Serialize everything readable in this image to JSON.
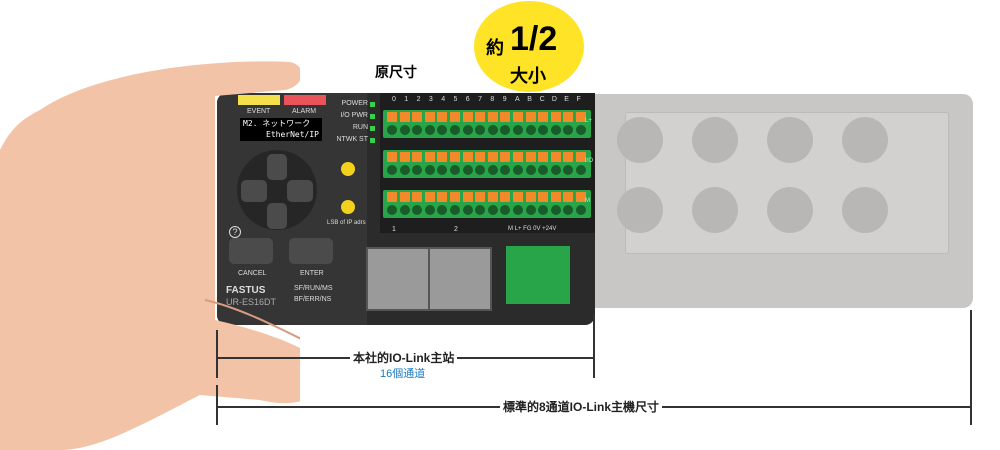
{
  "callout": {
    "prefix": "約",
    "ratio": "1/2",
    "suffix": "大小"
  },
  "original_size_label": "原尺寸",
  "device": {
    "indicators": {
      "event": "EVENT",
      "alarm": "ALARM"
    },
    "display": {
      "line1": "M2. ネットワーク",
      "line2": "EtherNet/IP"
    },
    "status_leds": [
      "POWER",
      "I/O PWR",
      "RUN",
      "NTWK ST"
    ],
    "channel_numbers": [
      "0",
      "1",
      "2",
      "3",
      "4",
      "5",
      "6",
      "7",
      "8",
      "9",
      "A",
      "B",
      "C",
      "D",
      "E",
      "F"
    ],
    "row_labels": [
      "L+",
      "I/O",
      "M"
    ],
    "switch_label": "LSB of IP adrs",
    "group_labels": [
      "1",
      "2"
    ],
    "power_labels": "M  L+  FG  0V  +24V",
    "help_symbol": "?",
    "cancel_label": "CANCEL",
    "enter_label": "ENTER",
    "brand": "FASTUS",
    "model": "UR-ES16DT",
    "net_leds": [
      "SF/RUN/MS",
      "BF/ERR/NS"
    ]
  },
  "dimensions": {
    "ours_label": "本社的IO-Link主站",
    "ours_channels": "16個通道",
    "standard_label": "標準的8通道IO-Link主機尺寸"
  },
  "colors": {
    "callout": "#ffe327",
    "channels_text": "#1a7ac0",
    "terminal": "#27a548",
    "pin": "#f28a2a"
  }
}
